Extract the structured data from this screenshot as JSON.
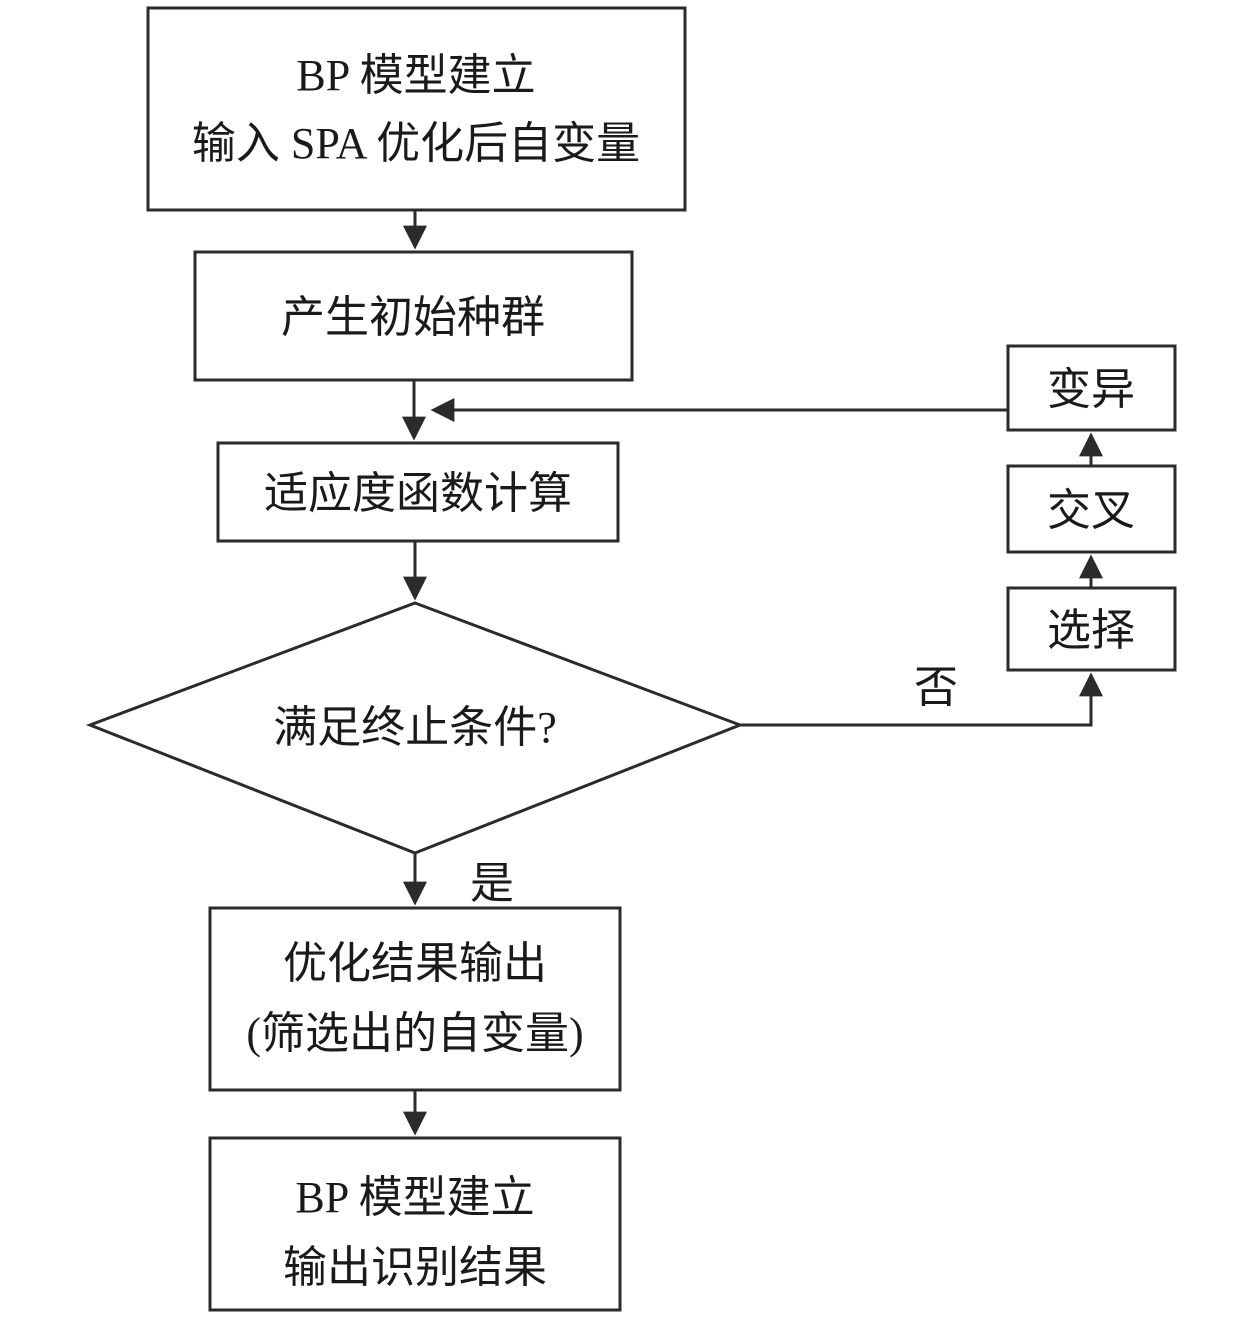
{
  "diagram": {
    "type": "flowchart",
    "nodes": {
      "bp_model_input": {
        "line1": "BP 模型建立",
        "line2": "输入 SPA 优化后自变量"
      },
      "initial_population": {
        "label": "产生初始种群"
      },
      "fitness_function": {
        "label": "适应度函数计算"
      },
      "termination_condition": {
        "label": "满足终止条件?"
      },
      "optimization_output": {
        "line1": "优化结果输出",
        "line2": "(筛选出的自变量)"
      },
      "bp_model_output": {
        "line1": "BP 模型建立",
        "line2": "输出识别结果"
      },
      "mutation": {
        "label": "变异"
      },
      "crossover": {
        "label": "交叉"
      },
      "selection": {
        "label": "选择"
      }
    },
    "edge_labels": {
      "yes": "是",
      "no": "否"
    },
    "colors": {
      "stroke": "#2b2b2b",
      "text": "#1a1a1a",
      "background": "#ffffff"
    }
  }
}
